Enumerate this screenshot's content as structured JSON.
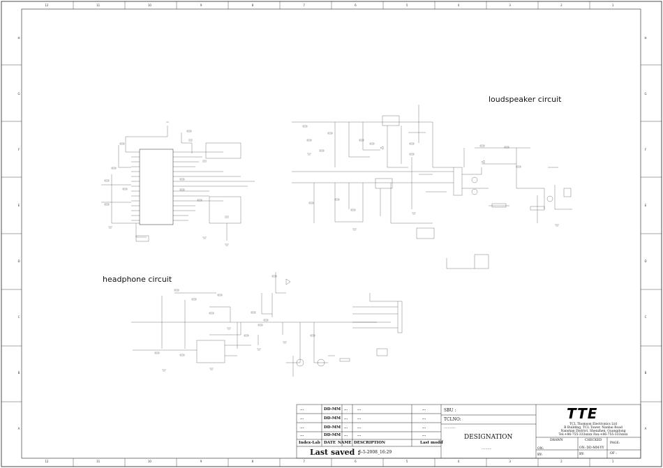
{
  "diagram": {
    "titles": {
      "loudspeaker": "loudspeaker circuit",
      "headphone": "headphone circuit"
    },
    "zones_horizontal": [
      "12",
      "11",
      "10",
      "9",
      "8",
      "7",
      "6",
      "5",
      "4",
      "3",
      "2",
      "1"
    ],
    "zones_vertical": [
      "H",
      "G",
      "F",
      "E",
      "D",
      "C",
      "B",
      "A"
    ]
  },
  "title_block": {
    "rows": [
      {
        "index": "...",
        "date": "DD-MM",
        "name": "...",
        "description": "...",
        "last_modif": "..."
      },
      {
        "index": "...",
        "date": "DD-MM",
        "name": "...",
        "description": "...",
        "last_modif": "..."
      },
      {
        "index": "...",
        "date": "DD-MM",
        "name": "...",
        "description": "...",
        "last_modif": "..."
      },
      {
        "index": "...",
        "date": "DD-MM",
        "name": "...",
        "description": "...",
        "last_modif": "..."
      }
    ],
    "headers": {
      "index": "Index-Lab",
      "date": "DATE",
      "name": "NAME",
      "description": "DESCRIPTION",
      "last_modif": "Last modif"
    },
    "last_saved_label": "Last saved :",
    "last_saved_value": "5-5-2008_16:29",
    "sbu": "SBU :",
    "tclno": "TCLNO:",
    "dotted": "............",
    "designation": "DESIGNATION",
    "designation_value": "..........",
    "logo": "TTE",
    "company_lines": [
      "TCL Thomson Electronics Ltd",
      "B Building, TCL Tower, Nanhai Road",
      "Nanshan District, Shenzhen, Guangdong",
      "Tel:+86-755-333xxxx    Fax:+86-755-333xxxx"
    ],
    "drawn": "DRAWN",
    "checked": "CHECKED",
    "page": "PAGE:",
    "on1": "ON:",
    "by1": "BY:",
    "on2": "ON: DD-MM-YY",
    "by2": "BY:",
    "of": "OF :"
  }
}
